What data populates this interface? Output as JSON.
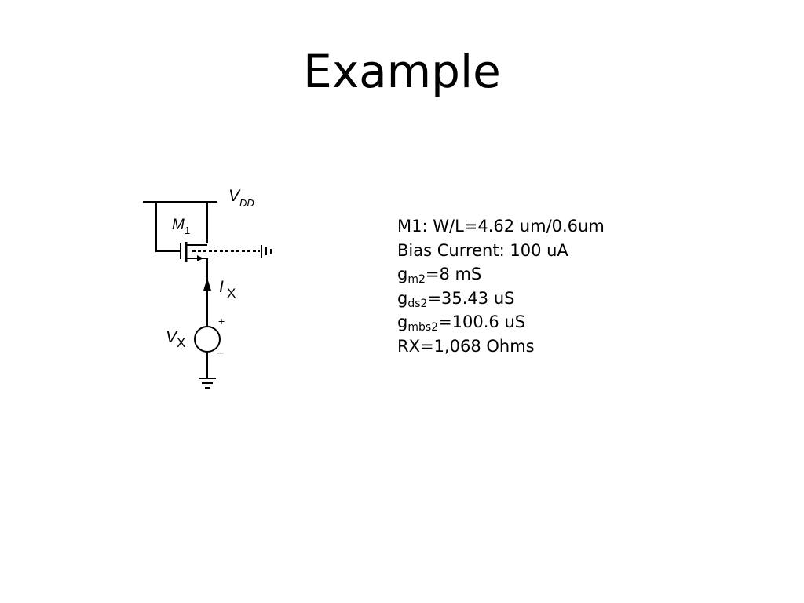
{
  "slide": {
    "title": "Example"
  },
  "circuit": {
    "vdd_label": "V",
    "vdd_sub": "DD",
    "m1_label": "M",
    "m1_sub": "1",
    "ix_label": "I",
    "ix_sub": "X",
    "vx_label": "V",
    "vx_sub": "X",
    "plus": "+",
    "minus": "−"
  },
  "params": {
    "line1": "M1: W/L=4.62 um/0.6um",
    "line2": "Bias Current: 100 uA",
    "gm": {
      "base": "g",
      "sub": "m2",
      "rest": "=8 mS"
    },
    "gds": {
      "base": "g",
      "sub": "ds2",
      "rest": "=35.43 uS"
    },
    "gmbs": {
      "base": "g",
      "sub": "mbs2",
      "rest": "=100.6 uS"
    },
    "line6": "RX=1,068 Ohms"
  }
}
